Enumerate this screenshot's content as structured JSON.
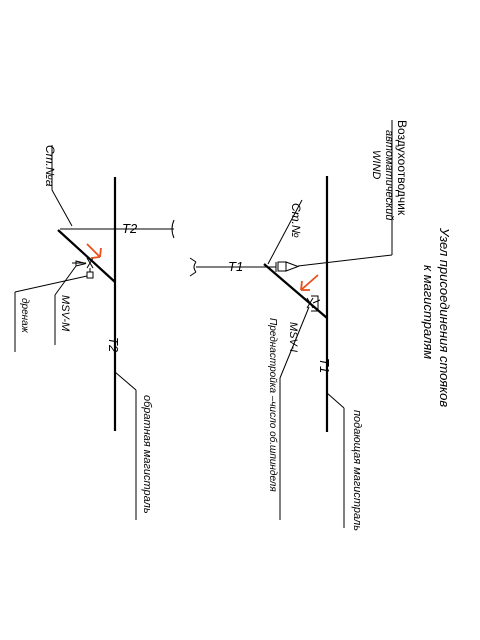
{
  "drawing": {
    "title_line1": "Узел присоединения  стояков",
    "title_line2": "к магистралям",
    "air_vent_line1": "Воздухоотводчик",
    "air_vent_line2": "автоматический",
    "air_vent_line3": "WIND",
    "riser_supply": "Ст.№",
    "riser_return": "Ст.№а",
    "t1_pipe_a": "Т1",
    "t1_pipe_b": "Т1",
    "t2_pipe_a": "Т2",
    "t2_pipe_b": "Т2",
    "valve_supply": "MSV-I",
    "presetting_note": "Преднастройка –число об.шпинделя",
    "valve_return": "MSV-M",
    "drain": "дренаж",
    "supply_main": "подающая магистраль",
    "return_main": "обратная  магистраль"
  },
  "colors": {
    "lines": "#000000",
    "flow_arrows": "#e8501c"
  }
}
